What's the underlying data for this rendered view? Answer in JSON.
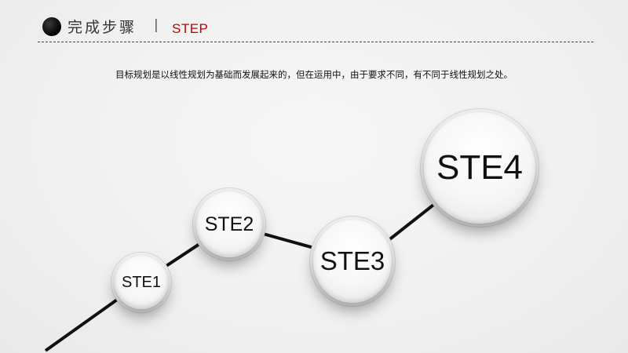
{
  "header": {
    "title_cn": "完成步骤",
    "separator": "|",
    "title_en": "STEP"
  },
  "description": "目标规划是以线性规划为基础而发展起来的，但在运用中，由于要求不同，有不同于线性规划之处。",
  "steps": [
    {
      "label": "STE1"
    },
    {
      "label": "STE2"
    },
    {
      "label": "STE3"
    },
    {
      "label": "STE4"
    }
  ],
  "colors": {
    "accent": "#c00000",
    "line": "#111111",
    "text": "#111111"
  }
}
